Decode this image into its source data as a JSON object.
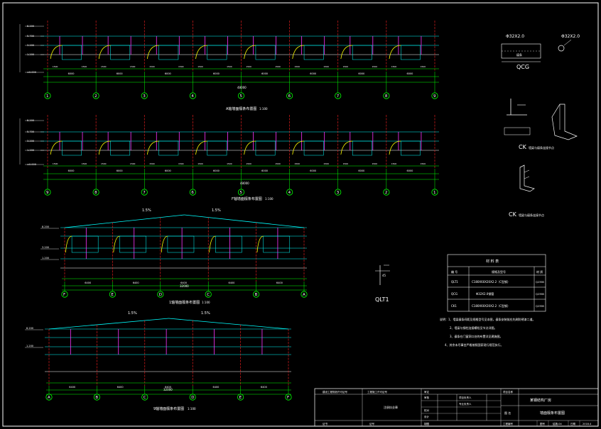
{
  "colors": {
    "background": "#000000",
    "frame": "#ffffff",
    "grid_axis": "#00ff00",
    "purlin": "#00ffff",
    "brace": "#ff33ff",
    "column": "#ff2020",
    "bracket": "#ffff00",
    "dimension": "#00ff00"
  },
  "elevations": [
    {
      "id": "a-axis",
      "title": "A轴墙面檩条布置图",
      "scale": "1:100",
      "axes": [
        "1",
        "2",
        "3",
        "4",
        "5",
        "6",
        "7",
        "8",
        "9"
      ],
      "segment_dim": "6000",
      "total_dim": "48000",
      "level_labels": [
        "8.200",
        "5.700",
        "3.200",
        "1.200",
        "±0.000"
      ]
    },
    {
      "id": "f-axis",
      "title": "F轴墙面檩条布置图",
      "scale": "1:100",
      "axes": [
        "9",
        "8",
        "7",
        "6",
        "5",
        "4",
        "3",
        "2",
        "1"
      ],
      "segment_dim": "6000",
      "total_dim": "48000",
      "level_labels": [
        "8.200",
        "5.700",
        "3.200",
        "1.200",
        "±0.000"
      ]
    },
    {
      "id": "1-axis",
      "title": "1轴墙面檩条布置图",
      "scale": "1:100",
      "axes": [
        "F",
        "E",
        "D",
        "C",
        "B",
        "A"
      ],
      "segment_dim": "6400",
      "total_dim": "32000",
      "slope_labels": [
        "1.5%",
        "1.5%"
      ],
      "level_labels": [
        "8.200",
        "3.200",
        "1.200"
      ]
    },
    {
      "id": "9-axis",
      "title": "9轴墙面檩条布置图",
      "scale": "1:100",
      "axes": [
        "A",
        "B",
        "C",
        "D",
        "E",
        "F"
      ],
      "segment_dim": "6400",
      "total_dim": "32000",
      "slope_labels": [
        "1.5%",
        "1.5%"
      ],
      "level_labels": [
        "8.200",
        "1.200"
      ]
    }
  ],
  "details": {
    "qcg_label": "QCG",
    "qcg_section_a": "Φ32X2.0",
    "qcg_section_b": "Φ32X2.0",
    "qcg_inner": "檩条",
    "ck_label_1": "CK",
    "ck_caption_1": "墙梁与檩条连接节点",
    "ck_label_2": "CK",
    "ck_caption_2": "墙梁与檩条连接节点",
    "qlt_label": "QLT1"
  },
  "material_table": {
    "title": "材 料 表",
    "headers": [
      "编 号",
      "规格及型号",
      "材 质"
    ],
    "rows": [
      [
        "QLT1",
        "C180X60X20X2.2（C型钢）",
        "Q235B"
      ],
      [
        "QCG",
        "Φ32X2.0钢管",
        "Q235B"
      ],
      [
        "CK1",
        "C180X60X20X2.2（C型钢）",
        "Q235B"
      ]
    ]
  },
  "notes": [
    "说明：1、墙梁檩条间距及规格型号见本图，檩条安装前应先刷防锈漆二道。",
    "2、墙梁与钢柱连接螺栓见节点详图。",
    "3、檩条在门窗洞口处的布置详见建施图。",
    "4、其余未尽事宜严格按照国家现行规范执行。"
  ],
  "title_block": {
    "left_cells": [
      "建设工程规划许可证号",
      "工程施工许可证号",
      "证书",
      "证号"
    ],
    "stamp_label": "注册执业章",
    "roles": [
      "审定",
      "审核",
      "项目负责人",
      "专业负责人",
      "校对",
      "设计",
      "制图"
    ],
    "project_label": "项目名称",
    "project_name": "某钢结构厂房",
    "drawing_label": "图 名",
    "drawing_name": "墙面檩条布置图",
    "footer": [
      "工程编号",
      "图号",
      "日期"
    ],
    "sheet_no": "结施-04",
    "date": "2018.4"
  }
}
